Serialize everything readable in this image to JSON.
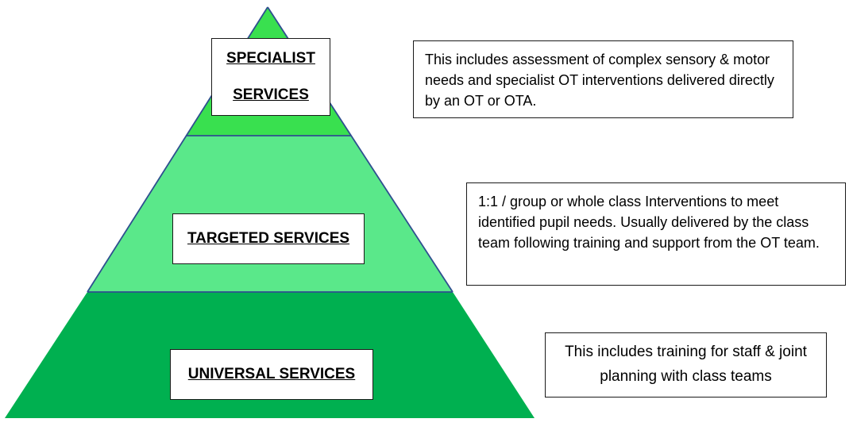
{
  "colors": {
    "specialist_fill": "#39e04f",
    "targeted_fill": "#5ae88a",
    "universal_fill": "#00b050",
    "outline": "#2e4f8f"
  },
  "tiers": {
    "specialist": {
      "label_line1": "SPECIALIST",
      "label_line2": "SERVICES",
      "description": "This includes assessment of complex sensory & motor needs and specialist OT interventions delivered directly by an OT or OTA."
    },
    "targeted": {
      "label": "TARGETED SERVICES",
      "description": "1:1 / group or whole class Interventions to meet identified pupil needs.  Usually delivered by the class team following training and support from the OT team."
    },
    "universal": {
      "label": "UNIVERSAL SERVICES",
      "description": "This includes training for staff & joint planning with class teams"
    }
  }
}
